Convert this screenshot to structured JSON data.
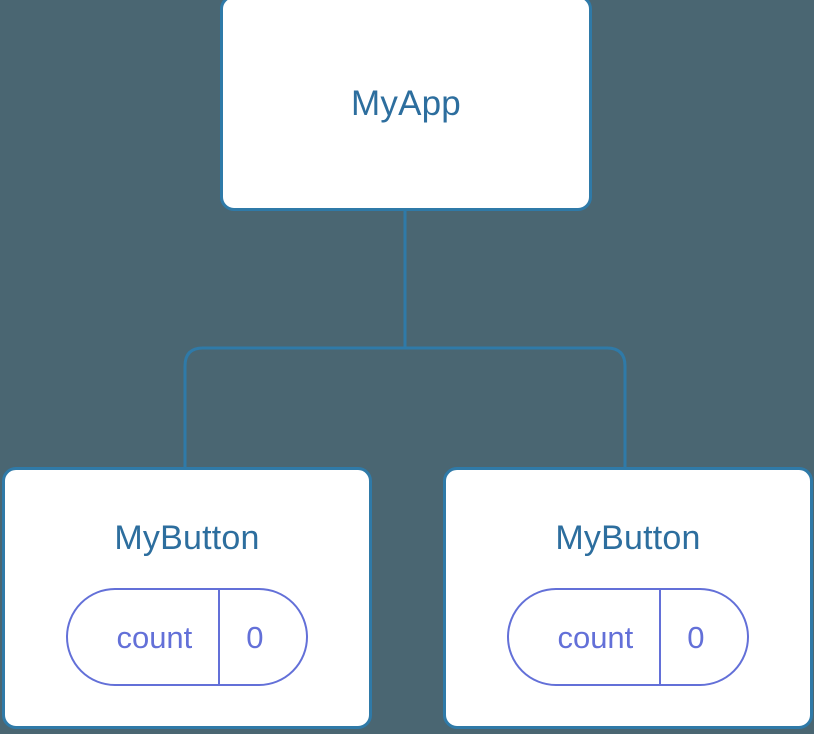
{
  "diagram": {
    "type": "component-tree",
    "background_color": "#4a6672",
    "node_border_color": "#2f7aa8",
    "node_fill_color": "#ffffff",
    "node_title_color": "#2d6e9e",
    "state_pill_color": "#6370d8",
    "connector_color": "#2f7aa8",
    "root": {
      "id": "myapp",
      "title": "MyApp"
    },
    "children": [
      {
        "id": "mybutton-left",
        "title": "MyButton",
        "state": {
          "key": "count",
          "value": "0"
        }
      },
      {
        "id": "mybutton-right",
        "title": "MyButton",
        "state": {
          "key": "count",
          "value": "0"
        }
      }
    ]
  }
}
